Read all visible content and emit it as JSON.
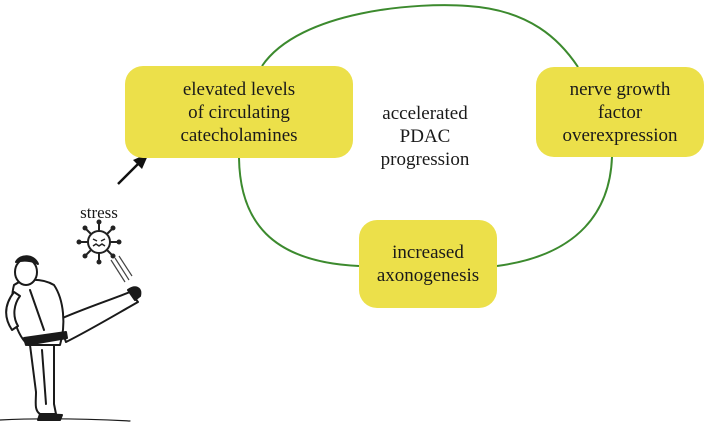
{
  "diagram": {
    "nodes": {
      "catecholamines": "elevated levels\nof circulating\ncatecholamines",
      "ngf": "nerve growth\nfactor\noverexpression",
      "axonogenesis": "increased\naxonogenesis"
    },
    "center_label": "accelerated\nPDAC\nprogression",
    "stress_label": "stress",
    "cycle_color": "#3c8a2e",
    "node_color": "#ece04a",
    "icons": [
      "stress-virus-icon",
      "kicking-person-illustration",
      "arrow-icon"
    ]
  }
}
